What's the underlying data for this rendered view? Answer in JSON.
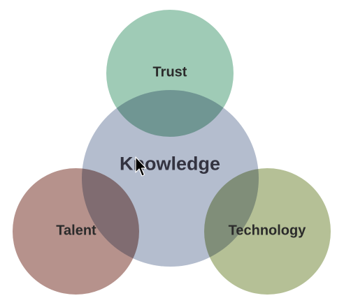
{
  "diagram": {
    "center": {
      "label": "Knowledge",
      "color": "#a7b1c6"
    },
    "top": {
      "label": "Trust",
      "color": "#8ec2a9"
    },
    "bottom_left": {
      "label": "Talent",
      "color": "#a97f78"
    },
    "bottom_right": {
      "label": "Technology",
      "color": "#a8b583"
    }
  },
  "cursor": {
    "icon": "mouse-pointer-icon"
  }
}
